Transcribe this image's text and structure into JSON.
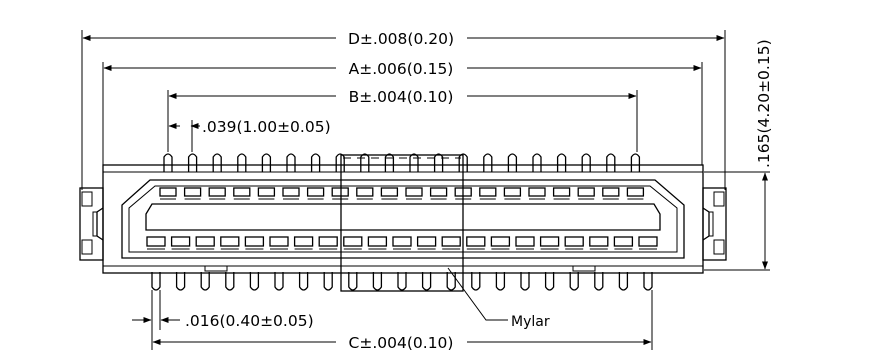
{
  "dimensions": {
    "d": "D±.008(0.20)",
    "a": "A±.006(0.15)",
    "b": "B±.004(0.10)",
    "pitch": ".039(1.00±0.05)",
    "height": ".165(4.20±0.15)",
    "pin_width": ".016(0.40±0.05)",
    "c": "C±.004(0.10)"
  },
  "callouts": {
    "mylar": "Mylar"
  }
}
